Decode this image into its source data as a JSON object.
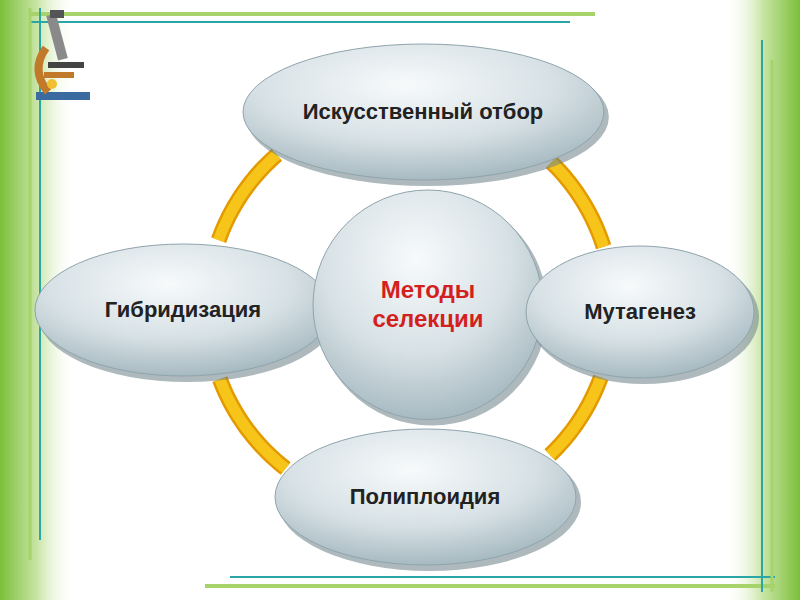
{
  "diagram": {
    "nodes": [
      {
        "text": [
          "Искусственный отбор"
        ]
      },
      {
        "text": [
          "Гибридизация"
        ]
      },
      {
        "text": [
          "Методы селекции"
        ]
      },
      {
        "text": [
          "Мутагенез"
        ]
      },
      {
        "text": [
          "Полиплоидия"
        ]
      }
    ],
    "edges": [
      {
        "from": 0,
        "to": 3,
        "arrow": "none"
      },
      {
        "from": 3,
        "to": 4,
        "arrow": "none"
      },
      {
        "from": 4,
        "to": 1,
        "arrow": "none"
      },
      {
        "from": 1,
        "to": 0,
        "arrow": "none"
      }
    ]
  }
}
